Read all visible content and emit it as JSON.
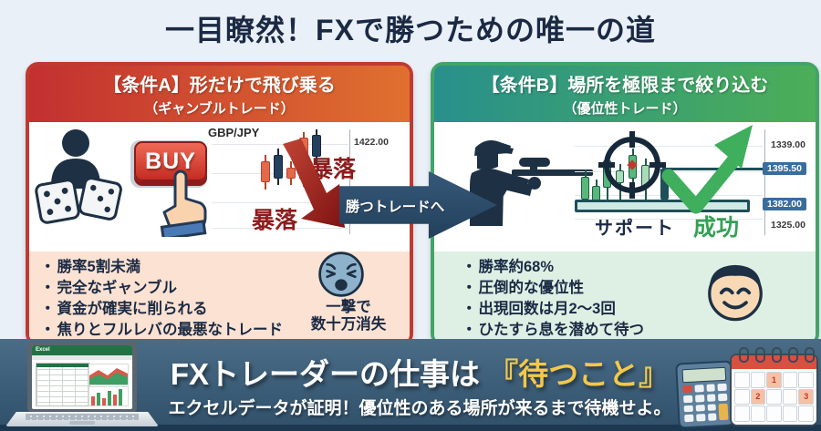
{
  "title": "一目瞭然！FXで勝つための唯一の道",
  "panel_a": {
    "header_line1": "【条件A】形だけで飛び乗る",
    "header_line2": "（ギャンブルトレード）",
    "buy_button": "BUY",
    "chart": {
      "pair_label": "GBP/JPY",
      "price_label": "1422.00",
      "crash_label_upper": "暴落",
      "crash_label_lower": "暴落"
    },
    "bullets": [
      "勝率5割未満",
      "完全なギャンブル",
      "資金が確実に削られる",
      "焦りとフルレバの最悪なトレード"
    ],
    "loss_caption_line1": "一撃で",
    "loss_caption_line2": "数十万消失"
  },
  "transition": {
    "arrow_label": "勝つトレードへ"
  },
  "panel_b": {
    "header_line1": "【条件B】場所を極限まで絞り込む",
    "header_line2": "（優位性トレード）",
    "chart": {
      "support_label": "サポート",
      "success_label": "成功",
      "price_top": "1339.00",
      "price_entry": "1395.50",
      "price_support": "1382.00",
      "price_bottom": "1325.00"
    },
    "bullets": [
      "勝率約68%",
      "圧倒的な優位性",
      "出現回数は月2〜3回",
      "ひたすら息を潜めて待つ"
    ]
  },
  "footer": {
    "headline_prefix": "FXトレーダーの仕事は ",
    "headline_highlight": "『待つこと』",
    "subline": "エクセルデータが証明！優位性のある場所が来るまで待機せよ。",
    "laptop_app_label": "Excel",
    "calendar_days": [
      "1",
      "2",
      "3"
    ]
  },
  "colors": {
    "accent_red": "#c0392b",
    "accent_orange": "#e0702f",
    "accent_teal": "#28908c",
    "accent_green": "#4cae57",
    "highlight_gold": "#f2c84b",
    "navy": "#1b2a44",
    "footer_bg": "#3d5d78"
  }
}
